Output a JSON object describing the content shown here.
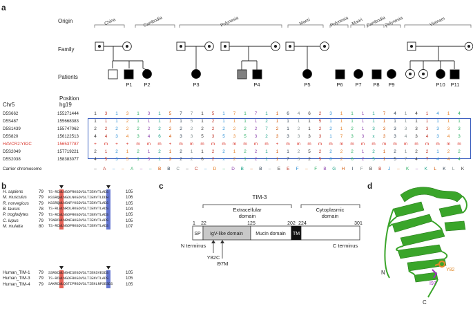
{
  "panel_a": {
    "letter": "a",
    "origin_label": "Origin",
    "family_label": "Family",
    "patients_label": "Patients",
    "chr_label": "Chr5",
    "position_label_1": "Position",
    "position_label_2": "hg19",
    "origins": [
      "China",
      "Cambodia",
      "Polynesia",
      "Maori",
      "Polynesia",
      "Maori",
      "Cambodia",
      "Polynesia",
      "Vietnam"
    ],
    "patient_ids": [
      "P1",
      "P2",
      "P3",
      "P4",
      "P5",
      "P6",
      "P7",
      "P8",
      "P9",
      "P10",
      "P11"
    ],
    "markers": [
      {
        "name": "D5S662",
        "pos": "155271444",
        "genos": [
          "1",
          "3",
          "1",
          "3",
          "1",
          "3",
          "1",
          "5",
          "7",
          "7",
          "1",
          "5",
          "1",
          "7",
          "1",
          "7",
          "1",
          "1",
          "6",
          "4",
          "6",
          "2",
          "3",
          "1",
          "1",
          "1",
          "1",
          "7",
          "4",
          "1",
          "4",
          "1",
          "4",
          "1",
          "4"
        ]
      },
      {
        "name": "D5S487",
        "pos": "155668383",
        "genos": [
          "1",
          "1",
          "1",
          "2",
          "1",
          "1",
          "1",
          "1",
          "1",
          "5",
          "1",
          "2",
          "1",
          "1",
          "1",
          "1",
          "2",
          "1",
          "1",
          "1",
          "1",
          "5",
          "1",
          "1",
          "1",
          "1",
          "1",
          "1",
          "1",
          "1",
          "1",
          "1",
          "1",
          "1",
          "1"
        ]
      },
      {
        "name": "D5S1439",
        "pos": "155747062",
        "genos": [
          "2",
          "2",
          "2",
          "2",
          "2",
          "2",
          "2",
          "2",
          "2",
          "2",
          "2",
          "2",
          "2",
          "2",
          "2",
          "2",
          "7",
          "2",
          "1",
          "2",
          "1",
          "2",
          "2",
          "1",
          "2",
          "1",
          "3",
          "3",
          "3",
          "3",
          "3",
          "3",
          "3",
          "3",
          "3"
        ]
      },
      {
        "name": "D5S820",
        "pos": "156122513",
        "genos": [
          "4",
          "4",
          "3",
          "4",
          "3",
          "4",
          "6",
          "4",
          "3",
          "3",
          "5",
          "3",
          "5",
          "3",
          "5",
          "3",
          "2",
          "3",
          "3",
          "3",
          "3",
          "3",
          "1",
          "7",
          "3",
          "3",
          "x",
          "3",
          "3",
          "4",
          "3",
          "4",
          "3",
          "4",
          "3"
        ]
      },
      {
        "name": "HAVCR2:Y82C",
        "pos": "156537787",
        "highlight": true,
        "genos": [
          "+",
          "m",
          "+",
          "+",
          "m",
          "m",
          "m",
          "+",
          "m",
          "m",
          "m",
          "m",
          "m",
          "m",
          "m",
          "m",
          "m",
          "+",
          "m",
          "m",
          "m",
          "m",
          "m",
          "m",
          "m",
          "m",
          "m",
          "m",
          "m",
          "m",
          "m",
          "m",
          "m",
          "m",
          "m"
        ]
      },
      {
        "name": "D5S2049",
        "pos": "157719221",
        "genos": [
          "2",
          "1",
          "2",
          "1",
          "2",
          "1",
          "2",
          "1",
          "2",
          "1",
          "1",
          "2",
          "2",
          "1",
          "2",
          "2",
          "1",
          "1",
          "1",
          "2",
          "5",
          "2",
          "2",
          "2",
          "2",
          "1",
          "2",
          "1",
          "2",
          "1",
          "2",
          "2",
          "1",
          "2",
          "2"
        ]
      },
      {
        "name": "D5S2038",
        "pos": "158383077",
        "genos": [
          "4",
          "5",
          "3",
          "5",
          "1",
          "5",
          "1",
          "3",
          "2",
          "2",
          "6",
          "2",
          "x",
          "2",
          "1",
          "2",
          "1",
          "1",
          "7",
          "3",
          "2",
          "5",
          "8",
          "2",
          "6",
          "2",
          "5",
          "1",
          "5",
          "7",
          "4",
          "7",
          "4",
          "4",
          "4"
        ]
      }
    ],
    "carrier_label": "Carrier chromosome",
    "carrier": [
      "–",
      "A",
      "–",
      "–",
      "A",
      "–",
      "–",
      "B",
      "B",
      "C",
      "–",
      "C",
      "–",
      "D",
      "–",
      "D",
      "B",
      "–",
      "B",
      "–",
      "E",
      "E",
      "F",
      "–",
      "F",
      "B",
      "G",
      "H",
      "I",
      "F",
      "B",
      "B",
      "J",
      "–",
      "K",
      "–",
      "K",
      "L",
      "K",
      "L",
      "K"
    ]
  },
  "panel_b": {
    "letter": "b",
    "species": [
      {
        "name": "H. sapiens",
        "start": "79",
        "seq": "TS-RCWLNGDFRKGDVSLTIENVTLADS",
        "end": "105"
      },
      {
        "name": "M. musculus",
        "start": "79",
        "seq": "KSSRQWLNGDLNKGDVSLTIENVTLDDH",
        "end": "106"
      },
      {
        "name": "R. norvegicus",
        "start": "79",
        "seq": "KSSRQWLNGNFYKGDVSLTIENVTLADS",
        "end": "105"
      },
      {
        "name": "B. taurus",
        "start": "78",
        "seq": "TS-RLWLNRDLRKGDVSLTIENVTLADS",
        "end": "104"
      },
      {
        "name": "P. troglodytes",
        "start": "79",
        "seq": "TS-RCWLNGDFRKGDVSLTIENVTLADS",
        "end": "105"
      },
      {
        "name": "C. lupus",
        "start": "79",
        "seq": "TSNRCWLNRNFHKGDVSLTIENVTLADS",
        "end": "105"
      },
      {
        "name": "M. mulatta",
        "start": "80",
        "seq": "TS-RCWLNGDFRKGDVSLTIENVTLADS",
        "end": "107"
      }
    ],
    "paralogs": [
      {
        "name": "Human_TIM-1",
        "start": "79",
        "seq": "SSRGCWLNGHISEGDVSLTIENSVESDS",
        "end": "105"
      },
      {
        "name": "Human_TIM-3",
        "start": "79",
        "seq": "TS-RCWLNGDFRKGDVSLTIENVTLADS",
        "end": "105"
      },
      {
        "name": "Human_TIM-4",
        "start": "79",
        "seq": "SAKRCWLQGTIPRGDVSLTIENLNPSESDS",
        "end": "105"
      }
    ]
  },
  "panel_c": {
    "letter": "c",
    "title": "TIM-3",
    "extracellular": "Extracellular domain",
    "extracellular_1": "Extracellular",
    "extracellular_2": "domain",
    "cytoplasmic_1": "Cytoplasmic",
    "cytoplasmic_2": "domain",
    "positions": [
      "1",
      "22",
      "125",
      "202",
      "224",
      "301"
    ],
    "sp": "SP",
    "igv": "IgV-like domain",
    "mucin": "Mucin domain",
    "tm": "TM",
    "n_term": "N terminus",
    "c_term": "C terminus",
    "mut1": "Y82C",
    "mut2": "I97M"
  },
  "panel_d": {
    "letter": "d",
    "n_label": "N",
    "c_label": "C",
    "y82": "Y82",
    "i97": "I97"
  },
  "colors": {
    "red_highlight": "#d9352b",
    "blue_box": "#3b5fbf",
    "residue_red": "#e0463a",
    "residue_blue": "#4a5fc9",
    "ribbon_green": "#3aa52a",
    "affected_fill": "#000000",
    "gray_fill": "#808080"
  }
}
